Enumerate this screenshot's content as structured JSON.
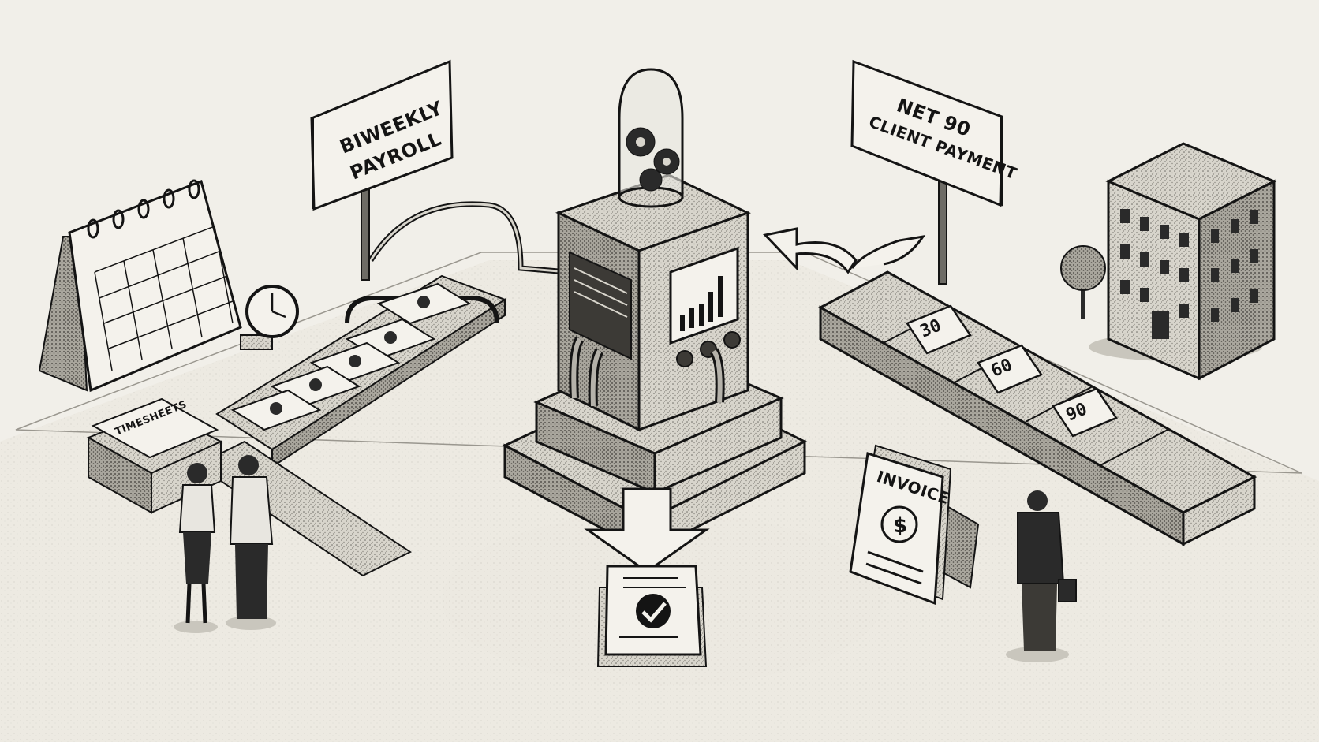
{
  "signs": {
    "payroll": {
      "line1": "BIWEEKLY",
      "line2": "PAYROLL"
    },
    "client": {
      "line1": "NET 90",
      "line2": "CLIENT PAYMENT"
    }
  },
  "stack_label": "TIMESHEETS",
  "invoice": {
    "title": "INVOICE",
    "symbol": "$"
  },
  "terms": [
    "30",
    "60",
    "90"
  ],
  "colors": {
    "ink": "#141414",
    "paper": "#f1efe9",
    "metal": "#8a8a86",
    "shadow": "#c9c6bd"
  }
}
